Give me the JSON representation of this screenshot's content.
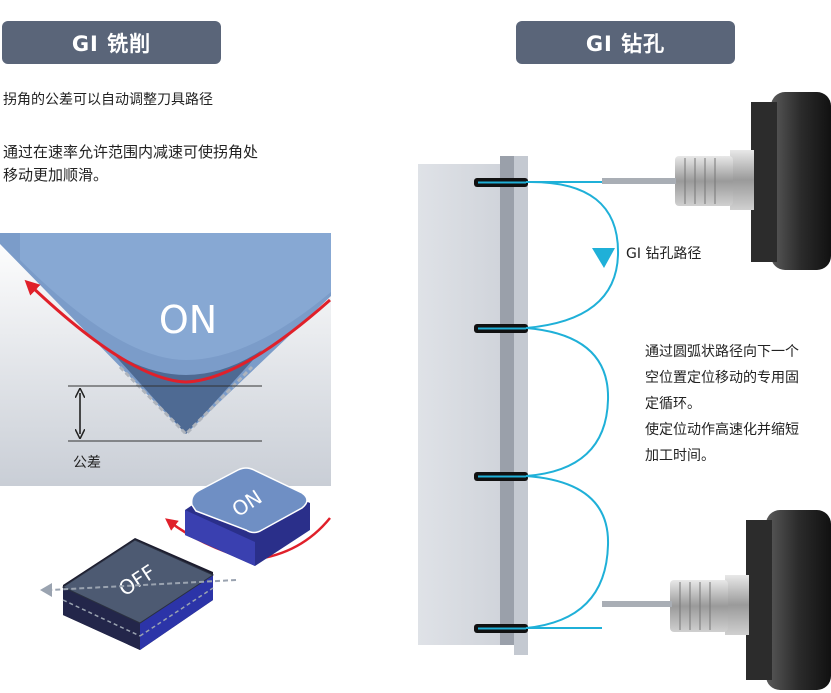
{
  "milling": {
    "title": "GI 铣削",
    "desc1": "拐角的公差可以自动调整刀具路径",
    "desc2_line1": "通过在速率允许范围内减速可使拐角处",
    "desc2_line2": "移动更加顺滑。",
    "on_label": "ON",
    "tolerance_label": "公差",
    "chip_on": "ON",
    "chip_off": "OFF"
  },
  "drilling": {
    "title": "GI 钻孔",
    "path_label": "GI 钻孔路径",
    "desc_lines": [
      "通过圆弧状路径向下一个",
      "空位置定位移动的专用固",
      "定循环。",
      "使定位动作高速化并缩短",
      "加工时间。"
    ]
  },
  "colors": {
    "header_bg": "#5a6579",
    "path_red": "#e0202a",
    "path_cyan": "#1fb0d8",
    "material_blue": "#7b9cc9"
  }
}
